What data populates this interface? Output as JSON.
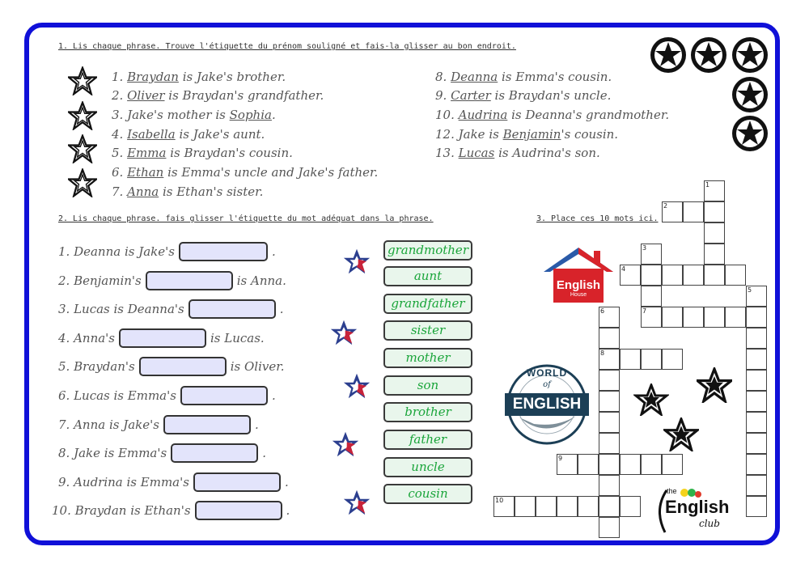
{
  "section1": {
    "title": "1. Lis chaque phrase. Trouve l'étiquette du prénom souligné et fais-la glisser au bon endroit.",
    "left": [
      {
        "n": "1.",
        "name": "Braydan",
        "rest": " is Jake's brother.",
        "pre": ""
      },
      {
        "n": "2.",
        "name": "Oliver",
        "rest": " is Braydan's grandfather.",
        "pre": ""
      },
      {
        "n": "3.",
        "name": "Sophia",
        "rest": ".",
        "pre": "Jake's mother is "
      },
      {
        "n": "4.",
        "name": "Isabella",
        "rest": " is Jake's aunt.",
        "pre": ""
      },
      {
        "n": "5.",
        "name": "Emma",
        "rest": " is Braydan's cousin.",
        "pre": ""
      },
      {
        "n": "6.",
        "name": "Ethan",
        "rest": " is Emma's uncle and Jake's father.",
        "pre": ""
      },
      {
        "n": "7.",
        "name": "Anna",
        "rest": " is Ethan's sister.",
        "pre": ""
      }
    ],
    "right": [
      {
        "n": "8.",
        "name": "Deanna",
        "rest": " is Emma's cousin.",
        "pre": ""
      },
      {
        "n": "9.",
        "name": "Carter",
        "rest": " is Braydan's uncle.",
        "pre": ""
      },
      {
        "n": "10.",
        "name": "Audrina",
        "rest": " is Deanna's grandmother.",
        "pre": ""
      },
      {
        "n": "12.",
        "name": "Benjamin",
        "rest": "'s cousin.",
        "pre": "Jake is "
      },
      {
        "n": "13.",
        "name": "Lucas",
        "rest": " is Audrina's son.",
        "pre": ""
      }
    ]
  },
  "section2": {
    "title": "2. Lis chaque phrase. fais glisser l'étiquette du mot adéquat dans la phrase.",
    "sentences": [
      {
        "before": "1. Deanna is Jake's",
        "after": "."
      },
      {
        "before": "2. Benjamin's",
        "after": "is Anna."
      },
      {
        "before": "3. Lucas is Deanna's",
        "after": "."
      },
      {
        "before": "4. Anna's",
        "after": "is Lucas."
      },
      {
        "before": "5. Braydan's",
        "after": "is Oliver."
      },
      {
        "before": "6. Lucas is Emma's",
        "after": "."
      },
      {
        "before": "7. Anna is Jake's",
        "after": "."
      },
      {
        "before": "8. Jake is Emma's",
        "after": "."
      },
      {
        "before": "9. Audrina is Emma's",
        "after": "."
      },
      {
        "before": "10. Braydan is Ethan's",
        "after": "."
      }
    ],
    "tags": [
      "grandmother",
      "aunt",
      "grandfather",
      "sister",
      "mother",
      "son",
      "brother",
      "father",
      "uncle",
      "cousin"
    ]
  },
  "section3": {
    "title": "3. Place ces 10 mots ici.",
    "clue_numbers": [
      "1",
      "2",
      "3",
      "4",
      "5",
      "6",
      "7",
      "8",
      "9",
      "10"
    ]
  },
  "logos": {
    "english_house": {
      "line1": "English",
      "line2": "House"
    },
    "world_of_english": {
      "top": "WORLD",
      "mid": "of",
      "main": "ENGLISH"
    },
    "english_club": {
      "the": "the",
      "main": "English",
      "club": "club"
    }
  },
  "colors": {
    "frame": "#1010d8",
    "tag_text": "#1aa53a",
    "drop_fill": "#e3e4fb"
  }
}
